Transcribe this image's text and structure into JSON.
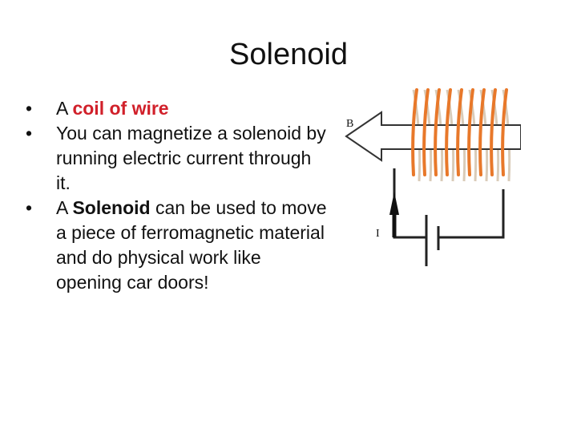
{
  "title": "Solenoid",
  "bullets": [
    {
      "before": "A ",
      "emphasis": "coil of wire",
      "after": "",
      "emphasis_color": "#d1202a"
    },
    {
      "text": "You can magnetize a solenoid by running electric current through it."
    },
    {
      "before": "A ",
      "emphasis": "Solenoid",
      "after": " can be used to move a piece of ferromagnetic material and do physical work like opening car doors!"
    }
  ],
  "diagram": {
    "field_label": "B",
    "current_label": "I",
    "coil_color": "#e8782a",
    "coil_turns": 9
  }
}
